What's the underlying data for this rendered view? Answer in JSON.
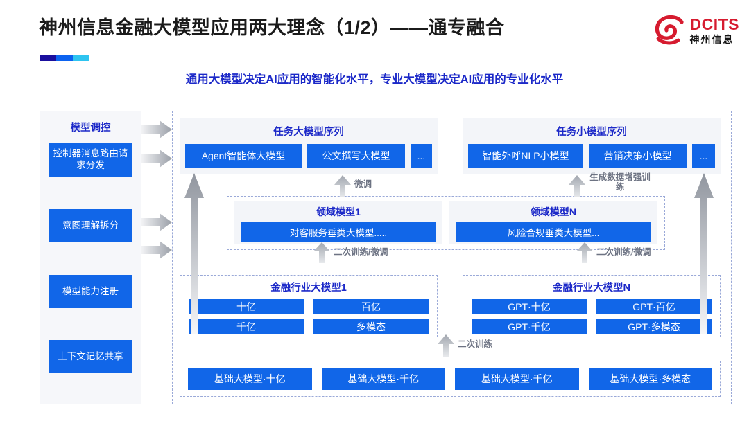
{
  "header": {
    "title": "神州信息金融大模型应用两大理念（1/2）——通专融合",
    "subtitle": "通用大模型决定AI应用的智能化水平，专业大模型决定AI应用的专业化水平",
    "logo": {
      "en": "DCITS",
      "cn": "神州信息",
      "mark": "spiral-logo-icon",
      "color": "#d61b2f"
    }
  },
  "colors": {
    "chip_blue": "#1166e8",
    "title_blue": "#1b28c8",
    "panel_gray": "#f3f5f9",
    "dash_border": "#9aa9d8",
    "arrow_gray": "#9a9fa8"
  },
  "left_panel": {
    "heading": "模型调控",
    "items": [
      {
        "label": "控制器消息路由请求分发"
      },
      {
        "label": "意图理解拆分"
      },
      {
        "label": "模型能力注册"
      },
      {
        "label": "上下文记忆共享"
      }
    ]
  },
  "sequences": [
    {
      "title": "任务大模型序列",
      "chips": [
        "Agent智能体大模型",
        "公文撰写大模型",
        "..."
      ]
    },
    {
      "title": "任务小模型序列",
      "chips": [
        "智能外呼NLP小模型",
        "营销决策小模型",
        "..."
      ]
    }
  ],
  "domain_models": [
    {
      "title": "领域模型1",
      "chip": "对客服务垂类大模型....."
    },
    {
      "title": "领域模型N",
      "chip": "风险合规垂类大模型..."
    }
  ],
  "industry_models": [
    {
      "title": "金融行业大模型1",
      "cells": [
        "十亿",
        "百亿",
        "千亿",
        "多模态"
      ]
    },
    {
      "title": "金融行业大模型N",
      "cells": [
        "GPT·十亿",
        "GPT·百亿",
        "GPT·千亿",
        "GPT·多模态"
      ]
    }
  ],
  "base_models": {
    "chips": [
      "基础大模型·十亿",
      "基础大模型·千亿",
      "基础大模型·千亿",
      "基础大模型·多模态"
    ]
  },
  "arrow_labels": {
    "fine_tune": "微调",
    "data_augment": "生成数据增强训练",
    "retrain_finetune_left": "二次训练/微调",
    "retrain_finetune_right": "二次训练/微调",
    "retrain": "二次训练"
  }
}
